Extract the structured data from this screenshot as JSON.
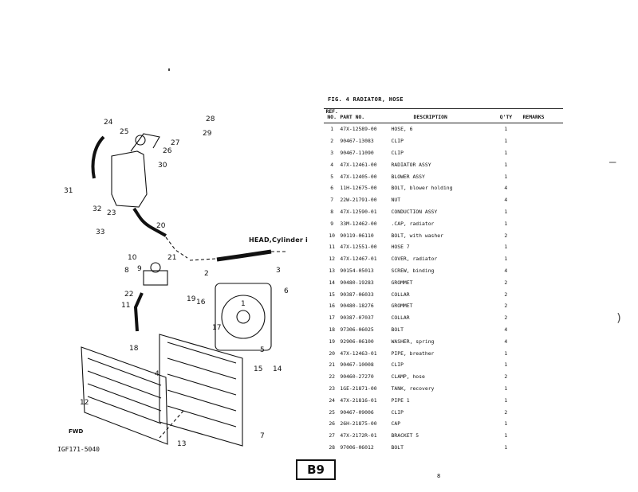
{
  "figure": {
    "title": "FIG. 4 RADIATOR, HOSE"
  },
  "table": {
    "headers": {
      "ref": "REF. NO.",
      "part": "PART NO.",
      "desc": "DESCRIPTION",
      "qty": "Q'TY",
      "remarks": "REMARKS"
    },
    "rows": [
      {
        "ref": "1",
        "part": "47X-12589-00",
        "desc": "HOSE, 6",
        "qty": "1"
      },
      {
        "ref": "2",
        "part": "90467-13083",
        "desc": "CLIP",
        "qty": "1"
      },
      {
        "ref": "3",
        "part": "90467-11090",
        "desc": "CLIP",
        "qty": "1"
      },
      {
        "ref": "4",
        "part": "47X-12461-00",
        "desc": "RADIATOR ASSY",
        "qty": "1"
      },
      {
        "ref": "5",
        "part": "47X-12405-00",
        "desc": "BLOWER ASSY",
        "qty": "1"
      },
      {
        "ref": "6",
        "part": "11H-12675-00",
        "desc": "BOLT, blower holding",
        "qty": "4"
      },
      {
        "ref": "7",
        "part": "22W-21791-00",
        "desc": "NUT",
        "qty": "4"
      },
      {
        "ref": "8",
        "part": "47X-12590-01",
        "desc": "CONDUCTION ASSY",
        "qty": "1"
      },
      {
        "ref": "9",
        "part": "33M-12462-00",
        "desc": ".CAP, radiator",
        "qty": "1"
      },
      {
        "ref": "10",
        "part": "90119-06110",
        "desc": "BOLT, with washer",
        "qty": "2"
      },
      {
        "ref": "11",
        "part": "47X-12551-00",
        "desc": "HOSE 7",
        "qty": "1"
      },
      {
        "ref": "12",
        "part": "47X-12467-01",
        "desc": "COVER, radiator",
        "qty": "1"
      },
      {
        "ref": "13",
        "part": "90154-05013",
        "desc": "SCREW, binding",
        "qty": "4"
      },
      {
        "ref": "14",
        "part": "90480-19283",
        "desc": "GROMMET",
        "qty": "2"
      },
      {
        "ref": "15",
        "part": "90387-06033",
        "desc": "COLLAR",
        "qty": "2"
      },
      {
        "ref": "16",
        "part": "90480-18276",
        "desc": "GROMMET",
        "qty": "2"
      },
      {
        "ref": "17",
        "part": "90387-07037",
        "desc": "COLLAR",
        "qty": "2"
      },
      {
        "ref": "18",
        "part": "97306-06025",
        "desc": "BOLT",
        "qty": "4"
      },
      {
        "ref": "19",
        "part": "92906-06100",
        "desc": "WASHER, spring",
        "qty": "4"
      },
      {
        "ref": "20",
        "part": "47X-12463-01",
        "desc": "PIPE, breather",
        "qty": "1"
      },
      {
        "ref": "21",
        "part": "90467-10008",
        "desc": "CLIP",
        "qty": "1"
      },
      {
        "ref": "22",
        "part": "90460-27270",
        "desc": "CLAMP, hose",
        "qty": "2"
      },
      {
        "ref": "23",
        "part": "1GE-21871-00",
        "desc": "TANK, recovery",
        "qty": "1"
      },
      {
        "ref": "24",
        "part": "47X-21816-01",
        "desc": "PIPE 1",
        "qty": "1"
      },
      {
        "ref": "25",
        "part": "90467-09006",
        "desc": "CLIP",
        "qty": "2"
      },
      {
        "ref": "26",
        "part": "26H-21875-00",
        "desc": "CAP",
        "qty": "1"
      },
      {
        "ref": "27",
        "part": "47X-2172R-01",
        "desc": "BRACKET 5",
        "qty": "1"
      },
      {
        "ref": "28",
        "part": "97006-06012",
        "desc": "BOLT",
        "qty": "1"
      }
    ]
  },
  "diagram": {
    "head_label": "HEAD,Cylinder i",
    "code": "IGF171-5040",
    "fwd": "FWD",
    "callouts": [
      "1",
      "2",
      "3",
      "4",
      "5",
      "6",
      "7",
      "8",
      "9",
      "10",
      "11",
      "12",
      "13",
      "14",
      "15",
      "16",
      "17",
      "18",
      "19",
      "20",
      "21",
      "22",
      "23",
      "24",
      "25",
      "26",
      "27",
      "28",
      "29",
      "30",
      "31",
      "32",
      "33"
    ]
  },
  "footer": {
    "section": "B9",
    "page": "8"
  }
}
